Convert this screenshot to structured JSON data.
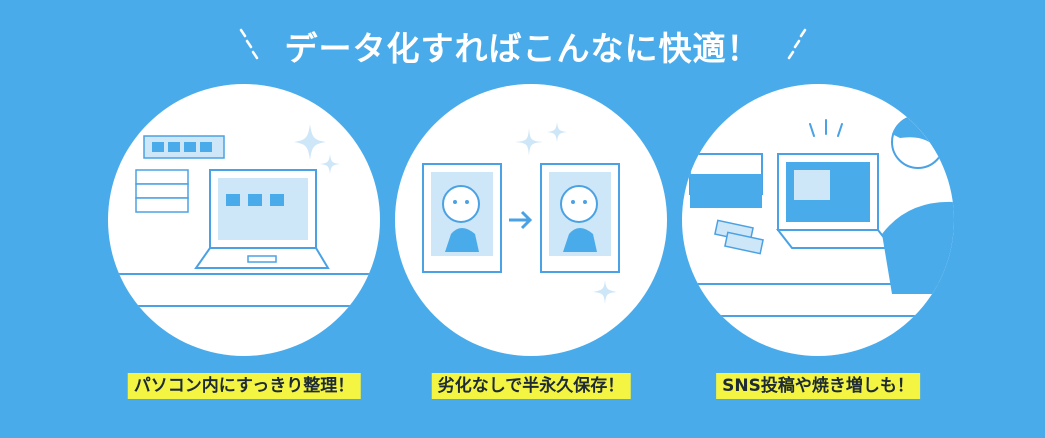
{
  "headline": {
    "title": "データ化すればこんなに快適！"
  },
  "panels": [
    {
      "caption": "パソコン内にすっきり整理！",
      "illustration": "laptop-organizing-photos"
    },
    {
      "caption": "劣化なしで半永久保存！",
      "illustration": "photo-preserved-comparison"
    },
    {
      "caption": "SNS投稿や焼き増しも！",
      "illustration": "person-sharing-at-computer"
    }
  ],
  "colors": {
    "background": "#4aabeb",
    "circle": "#ffffff",
    "line": "#4aa2e4",
    "light_blue": "#cde6f8",
    "caption_bg": "#f4f542",
    "caption_text": "#1e2b34"
  }
}
